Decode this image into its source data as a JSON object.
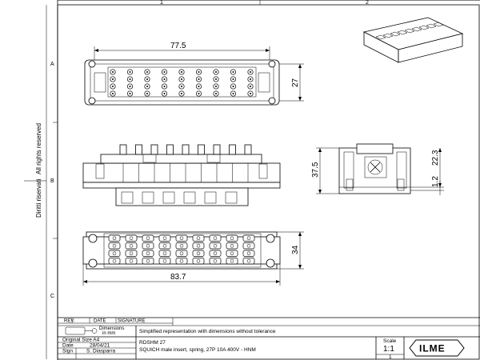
{
  "sheet": {
    "columns": [
      "1",
      "2"
    ],
    "rows": [
      "A",
      "B",
      "C"
    ],
    "side_text_1": "Diritti riservati",
    "side_text_2": "All rights reserved"
  },
  "views": {
    "top": {
      "width_label": "77.5",
      "height_label": "27"
    },
    "front": {},
    "side": {
      "total_label": "37.5",
      "upper_label": "22.3",
      "lower_label": "1.2"
    },
    "bottom": {
      "width_label": "83.7",
      "height_label": "34"
    }
  },
  "title_block": {
    "rev_header": "REV.",
    "date_header": "DATE",
    "signature_header": "SIGNATURE",
    "dimensions_line1": "Dimensions",
    "dimensions_line2": "in mm",
    "original_size": "Original Size A4",
    "date_label": "Date",
    "date_value": "28/04/21",
    "sign_label": "Sign",
    "sign_value": "S. Diasparra",
    "note": "Simplified representation with dimensions without tolerance",
    "part_code": "RDSHM 27",
    "description": "SQUICH male insert, spring, 27P 10A 400V - HNM",
    "scale_label": "Scale",
    "scale_value": "1:1",
    "sheet_number": "1",
    "logo_text": "ILME"
  }
}
